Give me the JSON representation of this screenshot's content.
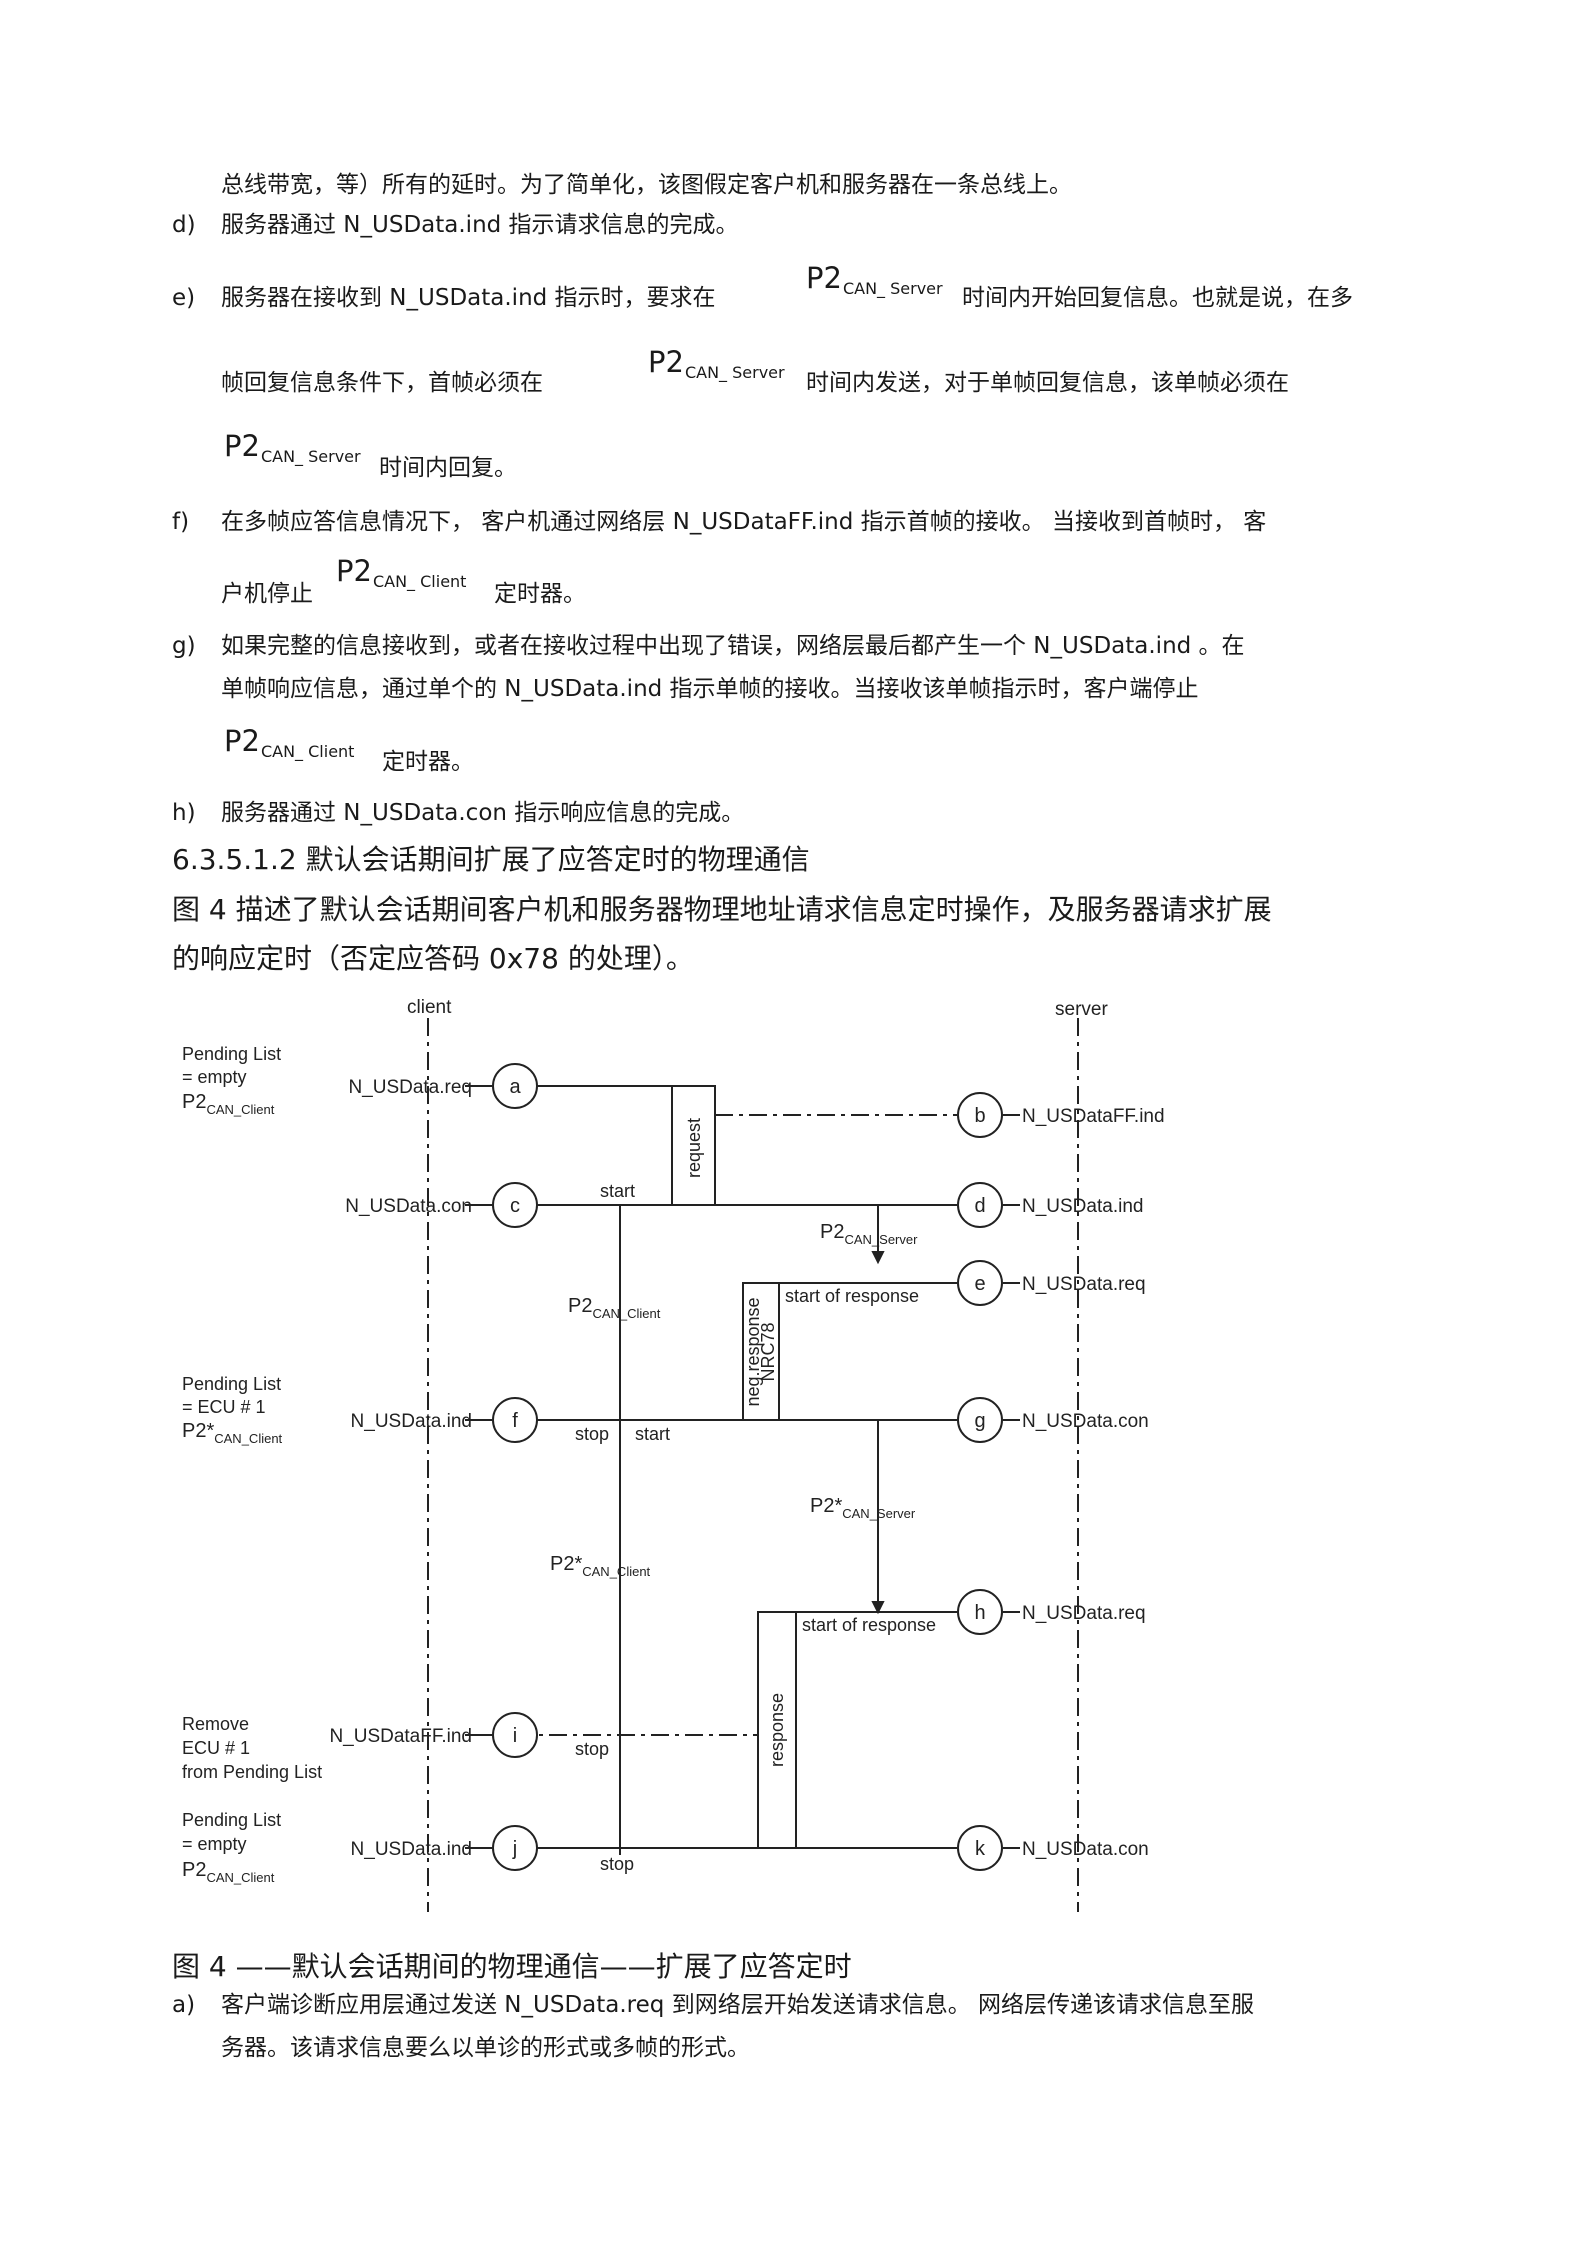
{
  "text": {
    "l0": "总线带宽，等）所有的延时。为了简单化，该图假定客户机和服务器在一条总线上。",
    "d_label": "d)",
    "d_text": "服务器通过    N_USData.ind  指示请求信息的完成。",
    "e_label": "e)",
    "e_part1": "服务器在接收到    N_USData.ind  指示时，要求在",
    "p2": "P2",
    "can_server": "CAN_ Server",
    "can_client": "CAN_ Client",
    "e_part2": "时间内开始回复信息。也就是说，在多",
    "e_line2a": "帧回复信息条件下，首帧必须在",
    "e_line2b": "时间内发送，对于单帧回复信息，该单帧必须在",
    "e_line3b": "时间内回复。",
    "f_label": "f)",
    "f_text": "在多帧应答信息情况下，   客户机通过网络层    N_USDataFF.ind  指示首帧的接收。   当接收到首帧时，   客",
    "f_line2a": "户机停止",
    "f_line2b": "定时器。",
    "g_label": "g)",
    "g_text1": "如果完整的信息接收到，或者在接收过程中出现了错误，网络层最后都产生一个              N_USData.ind  。在",
    "g_text2": "单帧响应信息，通过单个的        N_USData.ind   指示单帧的接收。当接收该单帧指示时，客户端停止",
    "g_line3b": "定时器。",
    "h_label": "h)",
    "h_text": "服务器通过    N_USData.con 指示响应信息的完成。",
    "section": "6.3.5.1.2      默认会话期间扩展了应答定时的物理通信",
    "intro1": "图 4 描述了默认会话期间客户机和服务器物理地址请求信息定时操作，及服务器请求扩展",
    "intro2": "的响应定时（否定应答码    0x78 的处理）。",
    "caption": "图 4 ——默认会话期间的物理通信——扩展了应答定时",
    "a_label": "a)",
    "a_text1": "客户端诊断应用层通过发送      N_USData.req  到网络层开始发送请求信息。     网络层传递该请求信息至服",
    "a_text2": "务器。该请求信息要么以单诊的形式或多帧的形式。"
  },
  "diagram": {
    "client": "client",
    "server": "server",
    "pending1": [
      "Pending List",
      "= empty"
    ],
    "pending2": [
      "Pending List",
      "= ECU # 1"
    ],
    "remove": [
      "Remove",
      "ECU # 1",
      "from Pending List"
    ],
    "pending3": [
      "Pending List",
      "= empty"
    ],
    "p2": "P2",
    "p2star": "P2*",
    "sub_client": "CAN_Client",
    "sub_server": "CAN_Server",
    "events": {
      "a": "N_USData.req",
      "b": "N_USDataFF.ind",
      "c": "N_USData.con",
      "d": "N_USData.ind",
      "e": "N_USData.req",
      "f": "N_USData.ind",
      "g": "N_USData.con",
      "h": "N_USData.req",
      "i": "N_USDataFF.ind",
      "j": "N_USData.ind",
      "k": "N_USData.con"
    },
    "letters": [
      "a",
      "b",
      "c",
      "d",
      "e",
      "f",
      "g",
      "h",
      "i",
      "j",
      "k"
    ],
    "start": "start",
    "stop": "stop",
    "request": "request",
    "neg_response": "neg.response",
    "nrc78": "NRC78",
    "response": "response",
    "start_of_response": "start of response"
  }
}
